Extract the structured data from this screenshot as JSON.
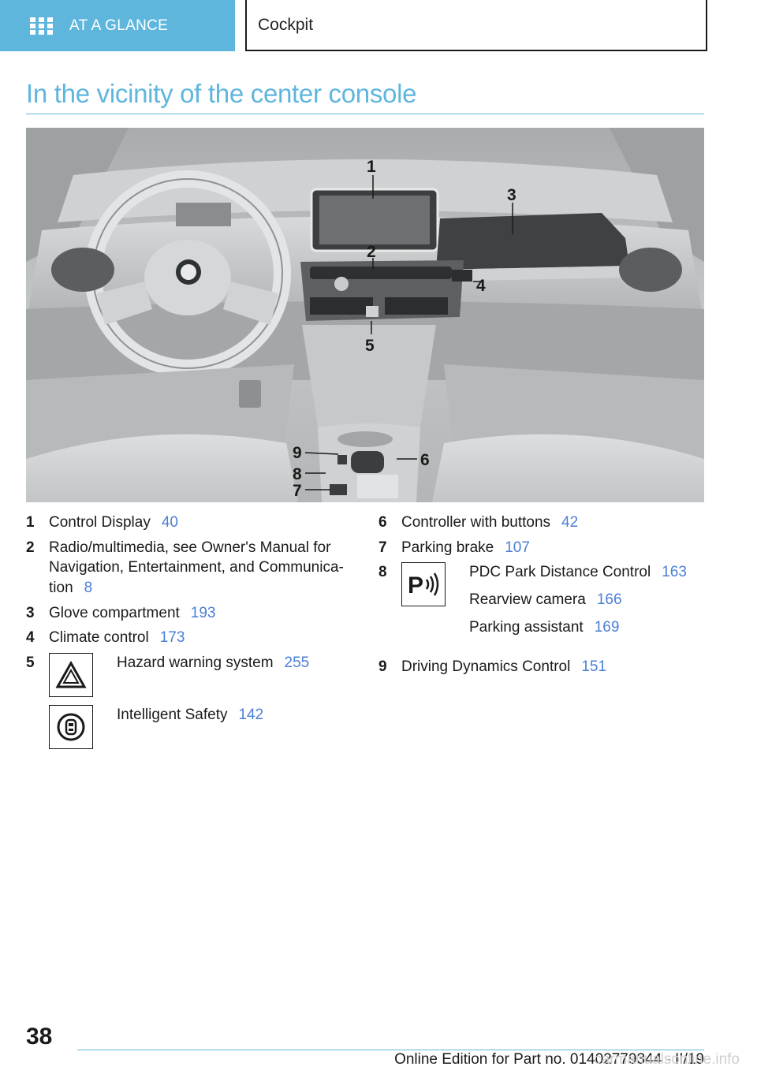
{
  "header": {
    "tab_label": "AT A GLANCE",
    "section": "Cockpit",
    "accent_color": "#5fb6dd"
  },
  "page_title": "In the vicinity of the center console",
  "callouts": [
    "1",
    "2",
    "3",
    "4",
    "5",
    "6",
    "7",
    "8",
    "9"
  ],
  "legend_left": [
    {
      "num": "1",
      "text": "Control Display",
      "ref": "40"
    },
    {
      "num": "2",
      "text": "Radio/multimedia, see Owner's Manual for Navigation, Entertainment, and Communica-tion",
      "ref": "8"
    },
    {
      "num": "3",
      "text": "Glove compartment",
      "ref": "193"
    },
    {
      "num": "4",
      "text": "Climate control",
      "ref": "173"
    }
  ],
  "item5": {
    "num": "5",
    "entries": [
      {
        "icon": "hazard-warning-icon",
        "text": "Hazard warning system",
        "ref": "255"
      },
      {
        "icon": "intelligent-safety-icon",
        "text": "Intelligent Safety",
        "ref": "142"
      }
    ]
  },
  "legend_right": [
    {
      "num": "6",
      "text": "Controller with buttons",
      "ref": "42"
    },
    {
      "num": "7",
      "text": "Parking brake",
      "ref": "107"
    }
  ],
  "item8": {
    "num": "8",
    "icon": "park-distance-control-icon",
    "lines": [
      {
        "text": "PDC Park Distance Control",
        "ref": "163"
      },
      {
        "text": "Rearview camera",
        "ref": "166"
      },
      {
        "text": "Parking assistant",
        "ref": "169"
      }
    ]
  },
  "item9": {
    "num": "9",
    "text": "Driving Dynamics Control",
    "ref": "151"
  },
  "footer": {
    "page_number": "38",
    "edition": "Online Edition for Part no. 01402779344 - II/19",
    "watermark": "carmanualsonline.info"
  },
  "colors": {
    "link": "#4a7fd6",
    "accent": "#5fb6dd",
    "illustration_bg": "#b9bcbd"
  }
}
